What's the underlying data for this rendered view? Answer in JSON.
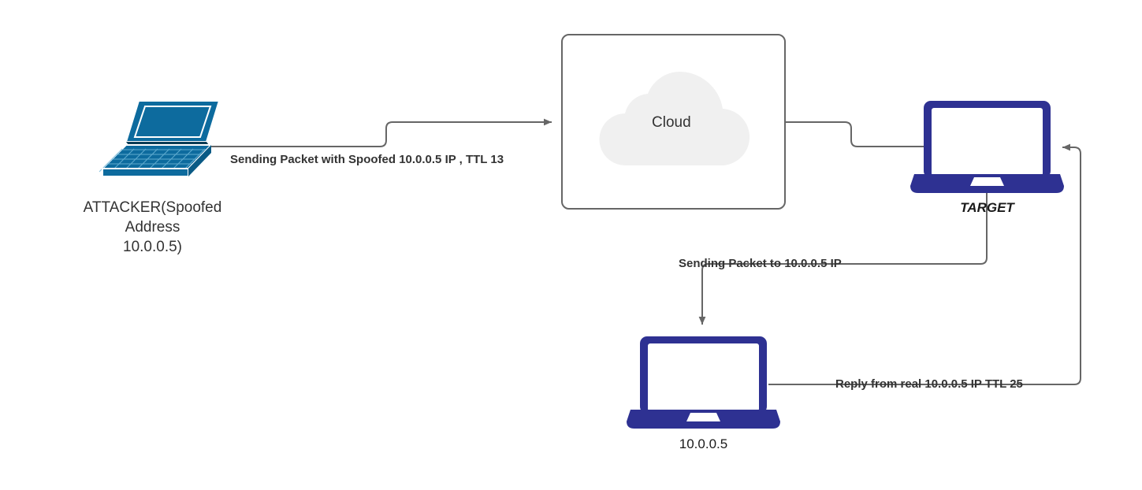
{
  "diagram": {
    "title": "IP spoofing packet flow diagram",
    "background": "#ffffff",
    "colors": {
      "attacker_device": "#0d6b9e",
      "navy_device": "#2e3192",
      "wire": "#666666",
      "cloud_fill": "#f0f0f0",
      "text": "#333333"
    }
  },
  "nodes": {
    "attacker": {
      "icon": "laptop-isometric-icon",
      "caption": "ATTACKER(Spoofed\nAddress\n10.0.0.5)"
    },
    "cloud": {
      "icon": "cloud-icon",
      "label": "Cloud"
    },
    "target": {
      "icon": "laptop-icon",
      "label": "TARGET"
    },
    "victim": {
      "icon": "laptop-icon",
      "label": "10.0.0.5"
    }
  },
  "edges": [
    {
      "id": "attacker-to-cloud",
      "label": "Sending Packet with Spoofed 10.0.0.5 IP , TTL 13",
      "from": "attacker",
      "to": "cloud",
      "arrow": "end"
    },
    {
      "id": "cloud-to-target",
      "label": "",
      "from": "cloud",
      "to": "target",
      "arrow": "none"
    },
    {
      "id": "target-to-victim",
      "label": "Sending Packet to 10.0.0.5 IP",
      "from": "target",
      "to": "victim",
      "arrow": "end"
    },
    {
      "id": "victim-to-target",
      "label": "Reply from real 10.0.0.5 IP TTL 25",
      "from": "victim",
      "to": "target",
      "arrow": "end"
    }
  ]
}
